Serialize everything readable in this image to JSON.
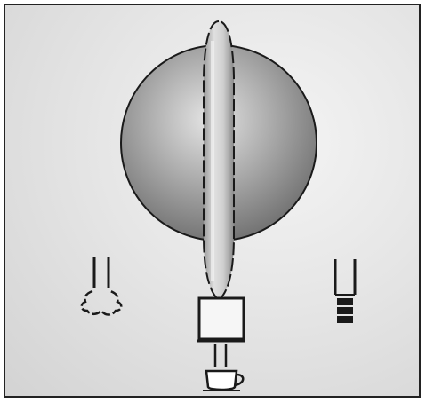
{
  "panel": {
    "selector_dial": {
      "options": [
        {
          "id": "steam",
          "icon": "steam-wand-froth-icon"
        },
        {
          "id": "coffee",
          "icon": "espresso-cup-icon"
        },
        {
          "id": "hot-water",
          "icon": "hot-water-nozzle-icon"
        }
      ],
      "selected": "coffee"
    },
    "colors": {
      "background": "#e2e2e2",
      "knob_dark": "#707070",
      "knob_light": "#dcdcdc",
      "line": "#1a1a1a"
    }
  }
}
